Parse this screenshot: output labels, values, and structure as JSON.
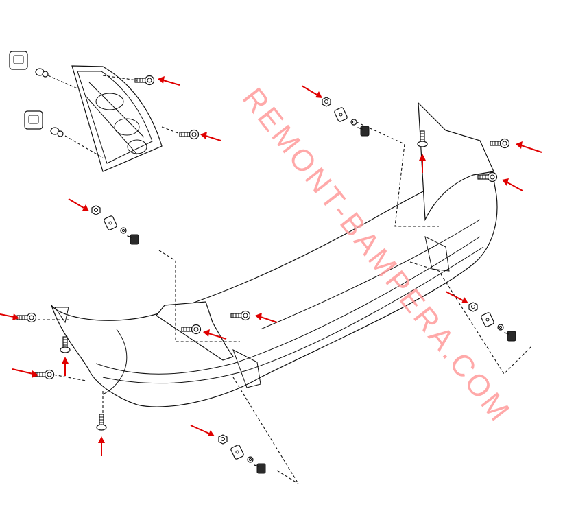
{
  "watermark": {
    "text": "REMONT-BAMPERA.COM",
    "color": "#ff9b9b"
  },
  "accent_color": "#e00000",
  "fastener_points": [
    "taillight-bolt-upper",
    "taillight-bolt-lower",
    "bumper-side-bolt-right-upper",
    "bumper-side-bolt-right-lower",
    "bumper-side-bolt-left",
    "bumper-lower-screw-left",
    "bumper-lower-screw-left-2",
    "bumper-center-bolt-1",
    "bumper-center-bolt-2",
    "bumper-vertical-screw-right"
  ],
  "nut_assemblies": [
    "nut-assembly-top-right",
    "nut-assembly-left",
    "nut-assembly-right",
    "nut-assembly-bottom"
  ]
}
